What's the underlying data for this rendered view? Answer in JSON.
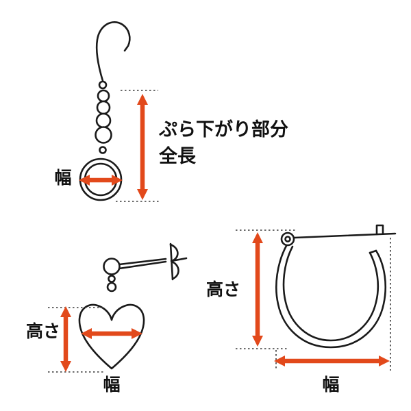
{
  "colors": {
    "accent": "#e2491b",
    "line": "#1a1a1a",
    "dotted": "#3a3a3a",
    "text": "#111111"
  },
  "diagram": {
    "dangle_earring": {
      "illustration": "hook-earring-with-beads-and-ring-icon",
      "total_length_label_line1": "ぷら下がり部分",
      "total_length_label_line2": "全長",
      "width_label": "幅"
    },
    "heart_stud_earring": {
      "illustration": "stud-earring-with-heart-charm-icon",
      "height_label": "高さ",
      "width_label": "幅"
    },
    "hoop_earring": {
      "illustration": "hoop-earring-icon",
      "height_label": "高さ",
      "width_label": "幅"
    }
  }
}
